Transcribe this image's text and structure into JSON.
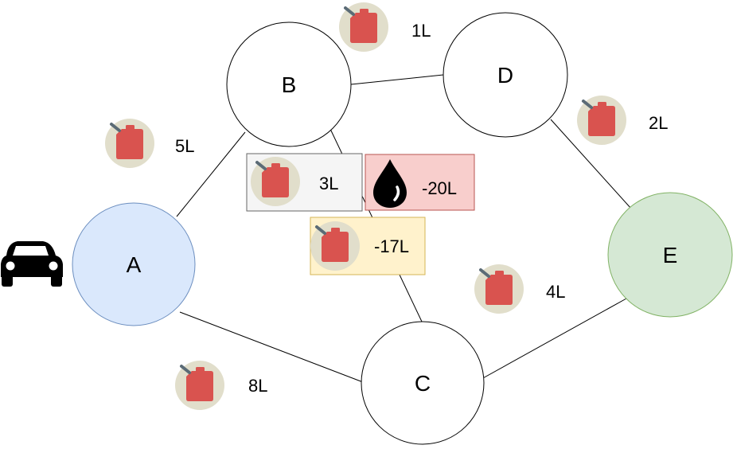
{
  "nodes": {
    "A": {
      "label": "A",
      "fill": "#dae8fc",
      "stroke": "#6c8ebf"
    },
    "B": {
      "label": "B",
      "fill": "#ffffff",
      "stroke": "#000000"
    },
    "C": {
      "label": "C",
      "fill": "#ffffff",
      "stroke": "#000000"
    },
    "D": {
      "label": "D",
      "fill": "#ffffff",
      "stroke": "#000000"
    },
    "E": {
      "label": "E",
      "fill": "#d5e8d4",
      "stroke": "#82b366"
    }
  },
  "edges": [
    [
      "A",
      "B"
    ],
    [
      "A",
      "C"
    ],
    [
      "B",
      "C"
    ],
    [
      "B",
      "D"
    ],
    [
      "D",
      "E"
    ],
    [
      "C",
      "E"
    ]
  ],
  "fuel": {
    "ab": "5L",
    "bd": "1L",
    "de": "2L",
    "bc": "3L",
    "bc_spill": "-20L",
    "bc_net": "-17L",
    "ce": "4L",
    "ac": "8L"
  },
  "colors": {
    "can_bg": "#e1decb",
    "can_red": "#d9534f",
    "gray_box_bg": "#f5f5f5",
    "gray_box_border": "#666666",
    "red_box_bg": "#f8cecc",
    "red_box_border": "#b85450",
    "yellow_box_bg": "#fff2cc",
    "yellow_box_border": "#d6b656"
  },
  "icons": [
    "car-icon",
    "fuel-can-icon",
    "oil-drop-icon"
  ]
}
